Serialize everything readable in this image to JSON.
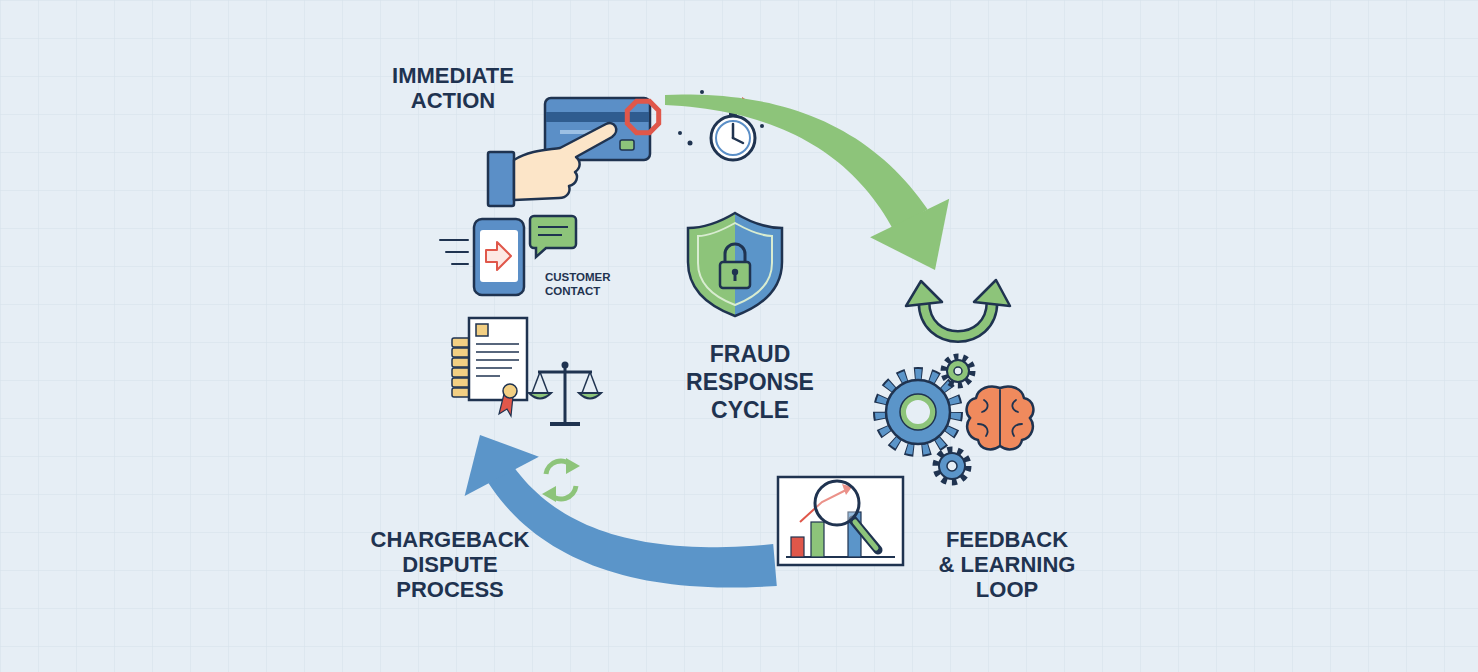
{
  "diagram": {
    "title": "FRAUD RESPONSE CYCLE",
    "nodes": [
      {
        "text": [
          "IMMEDIATE ACTION"
        ]
      },
      {
        "text": [
          "CUSTOMER CONTACT"
        ]
      },
      {
        "text": [
          "CHARGEBACK DISPUTE PROCESS"
        ]
      },
      {
        "text": [
          "FEEDBACK & LEARNING LOOP"
        ]
      }
    ],
    "edges": [
      {
        "from": 0,
        "to": 3,
        "arrow": "to"
      },
      {
        "from": 3,
        "to": 2,
        "arrow": "to"
      }
    ]
  }
}
